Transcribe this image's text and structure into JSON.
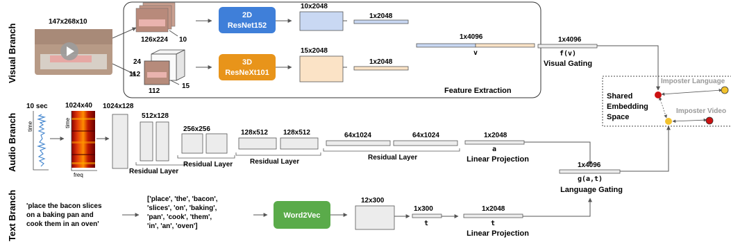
{
  "branches": {
    "visual": "Visual Branch",
    "audio": "Audio Branch",
    "text": "Text Branch"
  },
  "visual": {
    "input_dims": "147x268x10",
    "frames2d_dims": "126x224",
    "frames2d_count": "10",
    "frames3d_h": "112",
    "frames3d_w": "112",
    "frames3d_depth": "24",
    "frames3d_count": "15",
    "resnet2d_line1": "2D",
    "resnet2d_line2": "ResNet152",
    "resnext3d_line1": "3D",
    "resnext3d_line2": "ResNeXt101",
    "feat2d_dims": "10x2048",
    "feat3d_dims": "15x2048",
    "pool2d_dims": "1x2048",
    "pool3d_dims": "1x2048",
    "concat_dims": "1x4096",
    "concat_var": "v",
    "feature_extraction": "Feature Extraction",
    "gated_dims": "1x4096",
    "gated_var": "f(v)",
    "gating_label": "Visual Gating"
  },
  "audio": {
    "duration": "10 sec",
    "time_label": "time",
    "freq_label": "freq",
    "spectrogram_dims": "1024x40",
    "conv_dims": "1024x128",
    "res1_dims": "512x128",
    "res2_dims": "256x256",
    "res3_dims_a": "128x512",
    "res3_dims_b": "128x512",
    "res4_dims_a": "64x1024",
    "res4_dims_b": "64x1024",
    "residual_label": "Residual Layer",
    "proj_dims": "1x2048",
    "proj_var": "a",
    "proj_label": "Linear Projection"
  },
  "language": {
    "gated_dims": "1x4096",
    "gated_var": "g(a,t)",
    "gating_label": "Language Gating"
  },
  "text": {
    "caption_lines": [
      "'place the bacon slices",
      "on a baking pan and",
      "cook them in an oven'"
    ],
    "token_lines": [
      "['place', 'the', 'bacon',",
      "'slices', 'on', 'baking',",
      "'pan', 'cook', 'them',",
      "'in', 'an', 'oven']"
    ],
    "word2vec_label": "Word2Vec",
    "embed_dims": "12x300",
    "pool_dims": "1x300",
    "pool_var": "t",
    "proj_dims": "1x2048",
    "proj_var": "t",
    "proj_label": "Linear Projection"
  },
  "embedding": {
    "label_lines": [
      "Shared",
      "Embedding",
      "Space"
    ],
    "imposter_language": "Imposter Language",
    "imposter_video": "Imposter Video"
  },
  "colors": {
    "resnet": "#3f7fd9",
    "resnext": "#e8941a",
    "word2vec": "#5aab4a",
    "visual_feature": "#c9d8f3",
    "audio_feature": "#fbe3c6",
    "grey_block": "#ececec",
    "red_point": "#cc1111",
    "yellow_point": "#f2c22e"
  }
}
